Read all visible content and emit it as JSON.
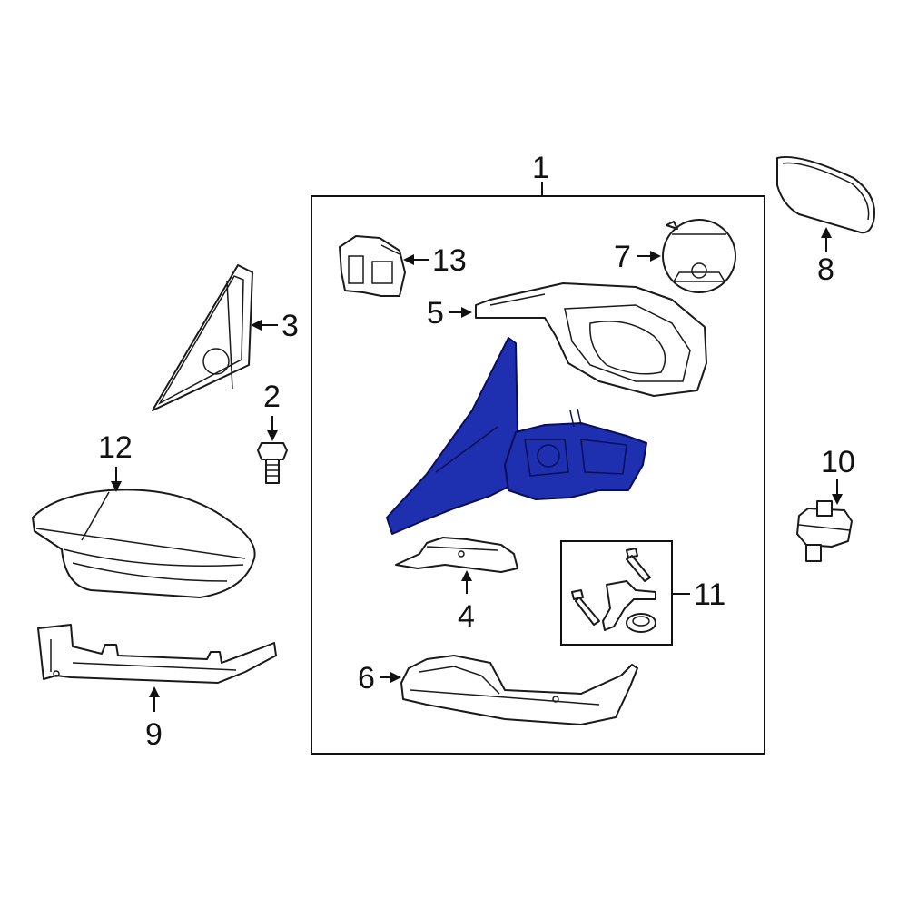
{
  "colors": {
    "highlight": "#1e2fb0",
    "line": "#1a1a1a",
    "background": "#ffffff"
  },
  "callouts": {
    "c1": "1",
    "c2": "2",
    "c3": "3",
    "c4": "4",
    "c5": "5",
    "c6": "6",
    "c7": "7",
    "c8": "8",
    "c9": "9",
    "c10": "10",
    "c11": "11",
    "c12": "12",
    "c13": "13"
  }
}
